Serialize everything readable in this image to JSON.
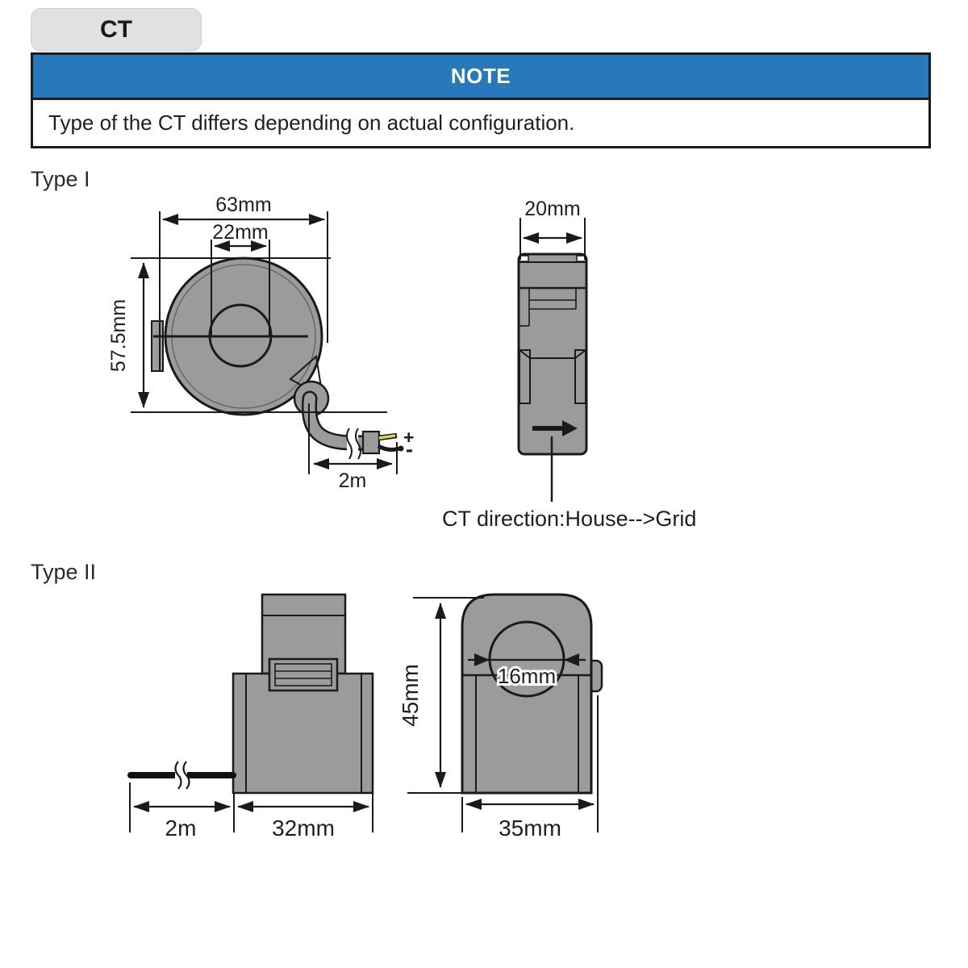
{
  "tab": {
    "label": "CT"
  },
  "note": {
    "header": "NOTE",
    "body": "Type of the CT differs depending on actual configuration."
  },
  "type1": {
    "label": "Type I",
    "front": {
      "width": "63mm",
      "hole": "22mm",
      "height": "57.5mm",
      "cable_length": "2m",
      "plus": "+",
      "minus": "-"
    },
    "side": {
      "depth": "20mm"
    },
    "direction": "CT direction:House--&gt;Grid",
    "direction_plain": "CT direction:House-->Grid"
  },
  "type2": {
    "label": "Type II",
    "side": {
      "cable_length": "2m",
      "width": "32mm"
    },
    "front": {
      "height": "45mm",
      "hole": "16mm",
      "width": "35mm"
    }
  },
  "colors": {
    "device_gray": "#9b9b9b",
    "outline": "#1a1a1a",
    "note_blue": "#2878bc",
    "tab_gray": "#e1e1e1",
    "wire_plus_yellow": "#d6d65a"
  }
}
